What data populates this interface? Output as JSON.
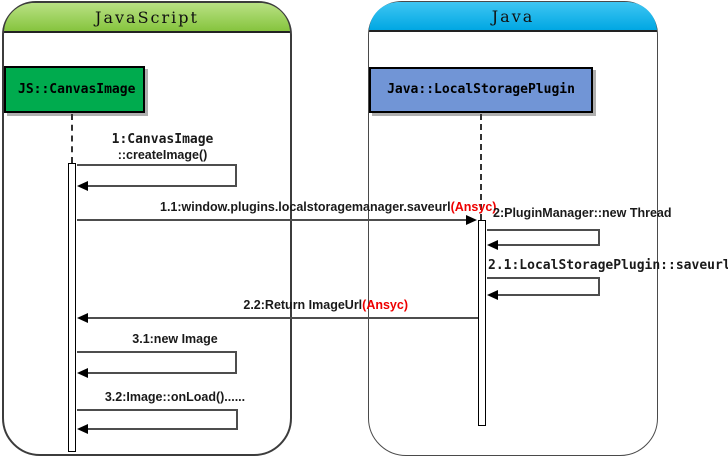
{
  "diagram_type": "UML sequence diagram",
  "frames": [
    {
      "title": "JavaScript"
    },
    {
      "title": "Java"
    }
  ],
  "objects": [
    {
      "label": "JS::CanvasImage"
    },
    {
      "label": "Java::LocalStoragePlugin"
    }
  ],
  "messages": {
    "m1": {
      "line1": "1:CanvasImage",
      "line2": "::createImage()"
    },
    "m1_1": {
      "text": "1.1:window.plugins.localstoragemanager.saveurl",
      "async_suffix": "(Ansyc)"
    },
    "m2": {
      "text": "2:PluginManager::new Thread"
    },
    "m2_1": {
      "text": "2.1:LocalStoragePlugin::saveurl"
    },
    "m2_2": {
      "text": "2.2:Return ImageUrl",
      "async_suffix": "(Ansyc)"
    },
    "m3_1": {
      "text": "3.1:new Image"
    },
    "m3_2": {
      "text": "3.2:Image::onLoad()......"
    }
  },
  "colors": {
    "js_frame_header_top": "#b9e184",
    "js_frame_header_bottom": "#86c43e",
    "java_frame_header_top": "#3fc6f2",
    "java_frame_header_bottom": "#00a7e3",
    "js_object_fill": "#00ab4e",
    "java_object_fill": "#7195d6",
    "async_label": "#ee0000",
    "connector_line": "#4d4d4d"
  }
}
